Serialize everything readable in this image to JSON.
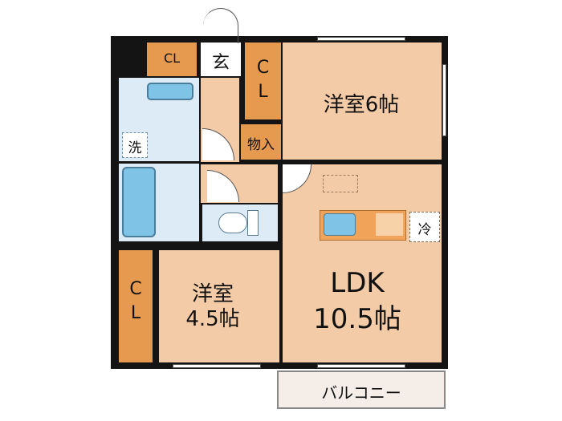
{
  "rooms": {
    "western_6": {
      "name": "洋室6帖"
    },
    "western_45": {
      "name_line1": "洋室",
      "name_line2": "4.5帖"
    },
    "ldk": {
      "name_line1": "LDK",
      "name_line2": "10.5帖"
    },
    "closet_top": {
      "name": "CL"
    },
    "closet_center": {
      "name_line1": "C",
      "name_line2": "L"
    },
    "closet_left": {
      "name_line1": "C",
      "name_line2": "L"
    },
    "storage": {
      "name": "物入"
    },
    "entrance": {
      "name": "玄"
    },
    "washer": {
      "name": "洗"
    },
    "fridge": {
      "name": "冷"
    },
    "balcony": {
      "name": "バルコニー"
    }
  },
  "colors": {
    "room_fill": "#f3cba7",
    "closet_fill": "#e59a50",
    "wet_fill": "#dcebf5",
    "fixture_blue": "#7fc4e6",
    "counter_orange": "#f2a35a",
    "balcony_fill": "#f5eee8",
    "wall": "#141414"
  }
}
